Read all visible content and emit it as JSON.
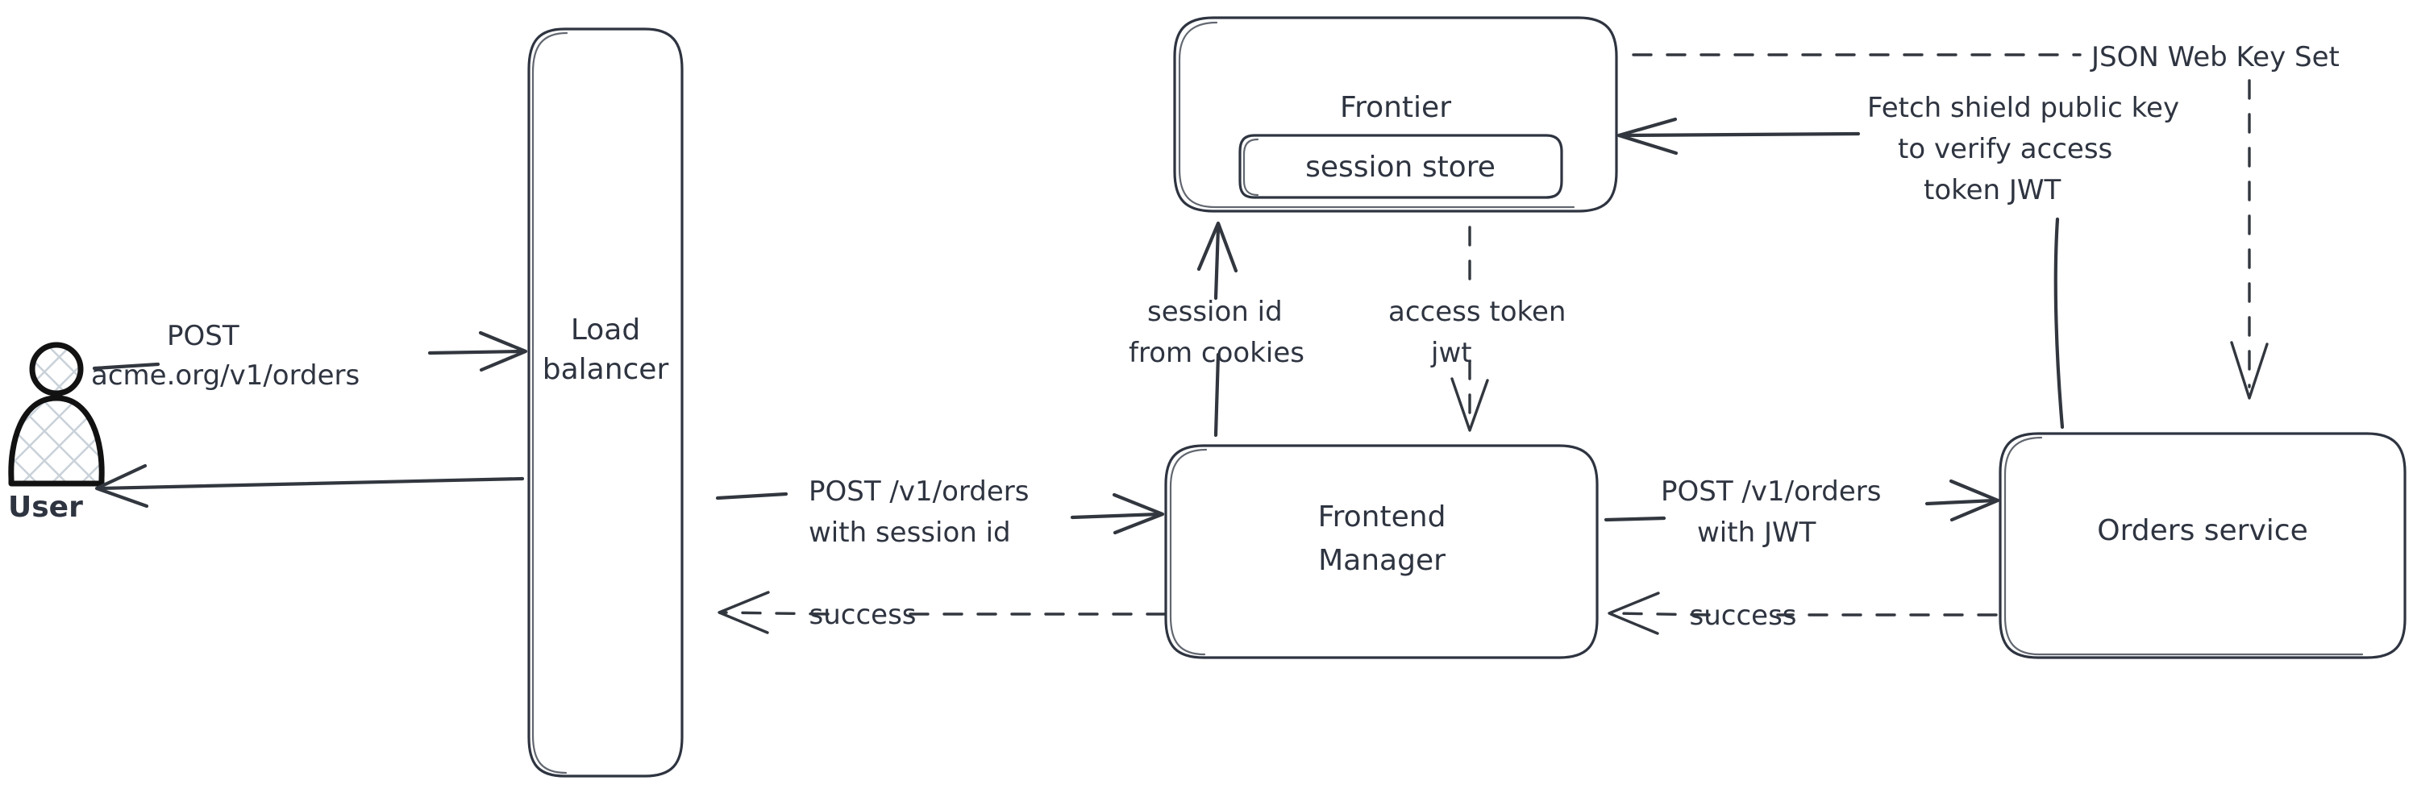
{
  "diagram": {
    "title": "Order request flow with session and JWT auth",
    "style": "hand-drawn",
    "stroke_color": "#2e3440",
    "edge_color": "#32373f",
    "hatch_color": "#c9d1d9",
    "background": "#ffffff"
  },
  "actors": [
    {
      "id": "user",
      "label": "User",
      "icon": "user-figure-icon"
    }
  ],
  "nodes": [
    {
      "id": "load-balancer",
      "label_line1": "Load",
      "label_line2": "balancer"
    },
    {
      "id": "frontier",
      "label": "Frontier"
    },
    {
      "id": "session-store",
      "label": "session store"
    },
    {
      "id": "frontend-manager",
      "label_line1": "Frontend",
      "label_line2": "Manager"
    },
    {
      "id": "orders-service",
      "label": "Orders service"
    }
  ],
  "edges": [
    {
      "id": "user-to-lb",
      "label_line1": "POST",
      "label_line2": "acme.org/v1/orders",
      "style": "solid",
      "direction": "right"
    },
    {
      "id": "lb-to-user",
      "label": "",
      "style": "solid",
      "direction": "left"
    },
    {
      "id": "lb-to-fm",
      "label_line1": "POST /v1/orders",
      "label_line2": "with session id",
      "style": "solid",
      "direction": "right"
    },
    {
      "id": "fm-to-lb-success",
      "label": "success",
      "style": "dashed",
      "direction": "left"
    },
    {
      "id": "fm-to-frontier",
      "label_line1": "session id",
      "label_line2": "from cookies",
      "style": "solid",
      "direction": "up"
    },
    {
      "id": "frontier-to-fm",
      "label_line1": "access token",
      "label_line2": "jwt",
      "style": "dashed",
      "direction": "down"
    },
    {
      "id": "fm-to-orders",
      "label_line1": "POST /v1/orders",
      "label_line2": "with JWT",
      "style": "solid",
      "direction": "right"
    },
    {
      "id": "orders-to-fm-success",
      "label": "success",
      "style": "dashed",
      "direction": "left"
    },
    {
      "id": "orders-to-frontier-fetch",
      "label_line1": "Fetch shield public key",
      "label_line2": "to verify access",
      "label_line3": "token JWT",
      "style": "solid",
      "direction": "left"
    },
    {
      "id": "frontier-to-orders-jwks",
      "label": "JSON Web Key Set",
      "style": "dashed",
      "direction": "down"
    }
  ]
}
